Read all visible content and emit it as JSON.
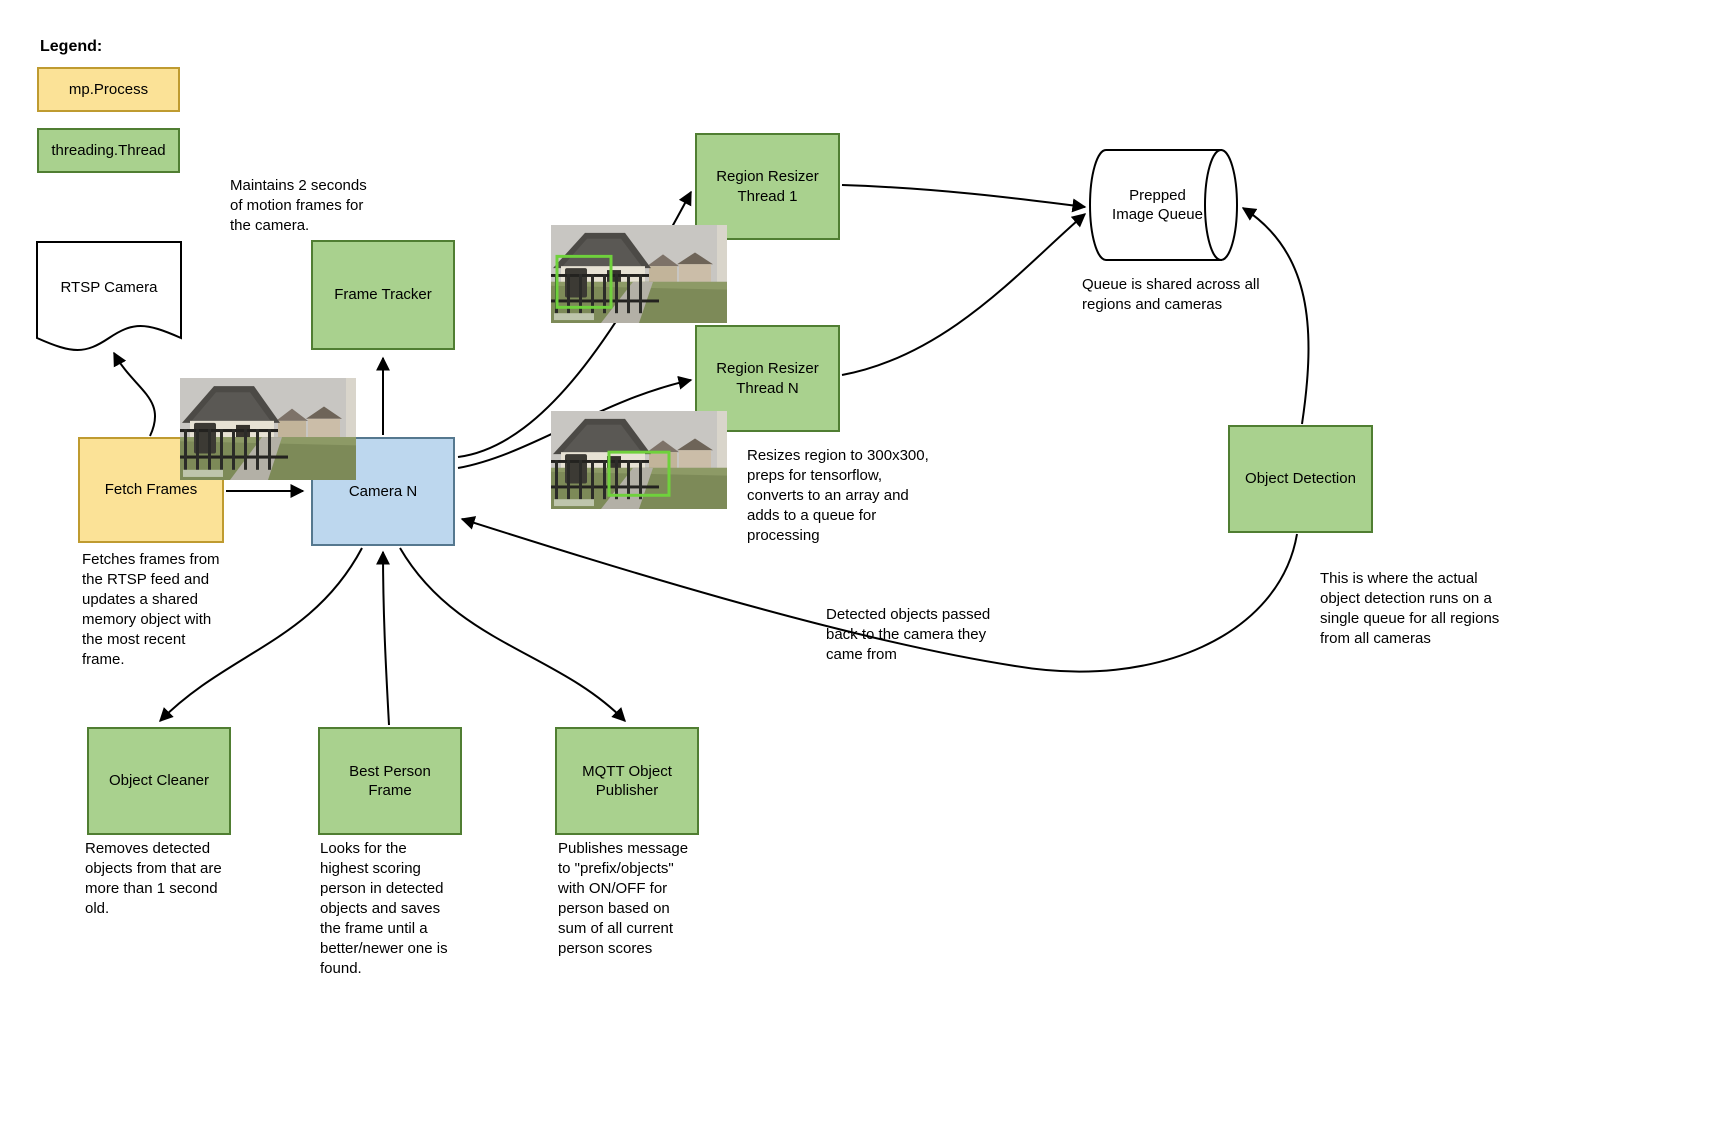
{
  "legend": {
    "title": "Legend:",
    "process_label": "mp.Process",
    "thread_label": "threading.Thread"
  },
  "nodes": {
    "rtsp_camera": {
      "label": "RTSP Camera"
    },
    "fetch_frames": {
      "label": "Fetch Frames"
    },
    "frame_tracker": {
      "label": "Frame Tracker"
    },
    "camera_n": {
      "label": "Camera N"
    },
    "region_resizer_1": {
      "label": "Region Resizer\nThread 1"
    },
    "region_resizer_n": {
      "label": "Region Resizer\nThread N"
    },
    "prepped_image_queue": {
      "label": "Prepped\nImage Queue"
    },
    "object_detection": {
      "label": "Object Detection"
    },
    "object_cleaner": {
      "label": "Object Cleaner"
    },
    "best_person_frame": {
      "label": "Best Person\nFrame"
    },
    "mqtt_object_publisher": {
      "label": "MQTT Object\nPublisher"
    }
  },
  "annotations": {
    "frame_tracker_note": "Maintains 2 seconds\nof motion frames for\nthe camera.",
    "fetch_frames_note": "Fetches frames from\nthe RTSP feed and\nupdates a shared\nmemory object with\nthe most recent\nframe.",
    "region_resizer_note": "Resizes region to 300x300,\npreps for tensorflow,\nconverts to an array and\nadds to a queue for\nprocessing",
    "queue_note": "Queue is shared across all\nregions and cameras",
    "object_detection_note": "This is where the actual\nobject detection runs on a\nsingle queue for all regions\nfrom all cameras",
    "detected_objects_note": "Detected objects passed\nback to the camera they\ncame from",
    "object_cleaner_note": "Removes detected\nobjects from that are\nmore than 1 second\nold.",
    "best_person_note": "Looks for the\nhighest scoring\nperson in detected\nobjects and saves\nthe frame until a\nbetter/newer one is\nfound.",
    "mqtt_note": "Publishes message\nto \"prefix/objects\"\nwith ON/OFF for\nperson based on\nsum of all current\nperson scores"
  },
  "colors": {
    "process_fill": "#fbe297",
    "process_border": "#bf9b30",
    "thread_fill": "#a9d18e",
    "thread_border": "#507e32",
    "camera_fill": "#bdd7ee",
    "camera_border": "#55788f",
    "detection_box": "#6fd13c",
    "arrow": "#000000"
  }
}
